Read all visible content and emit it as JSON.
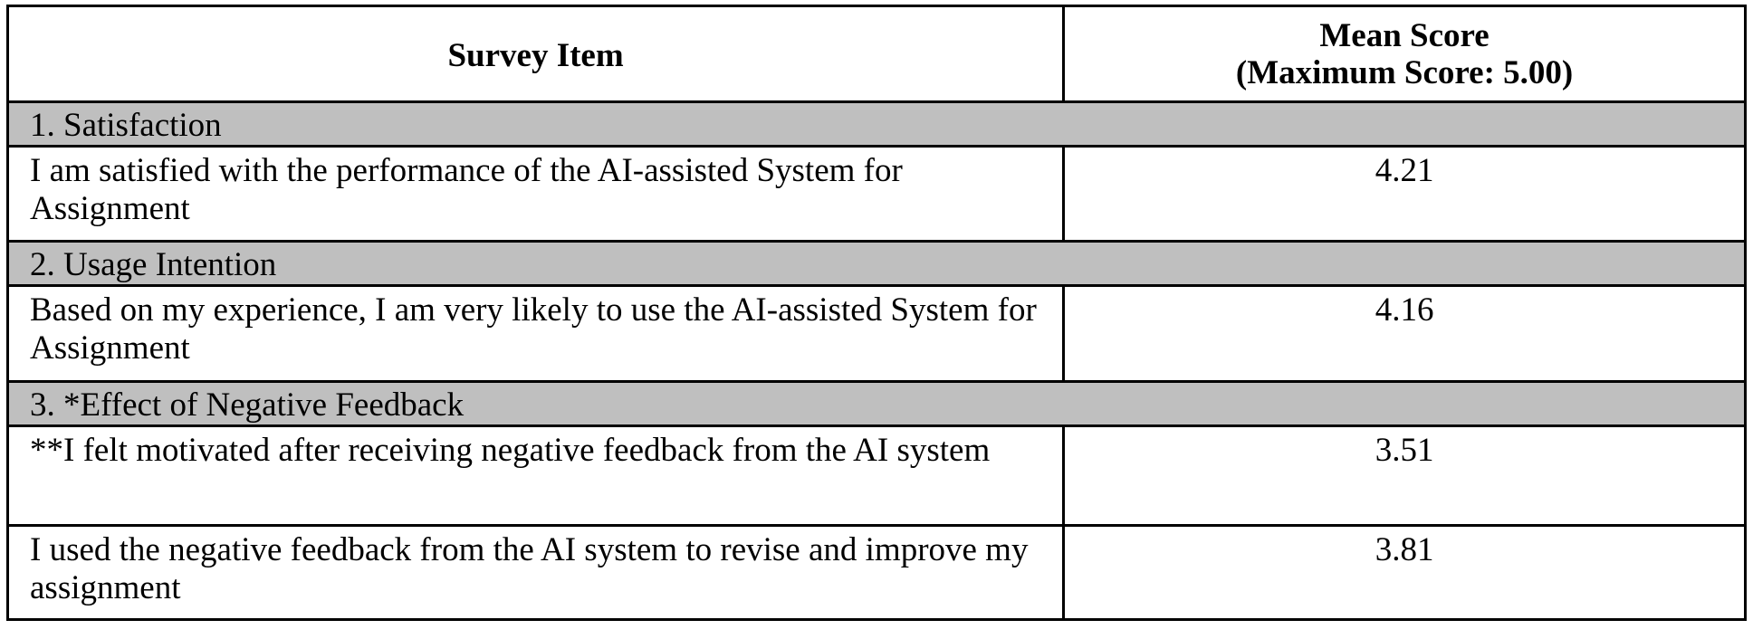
{
  "table": {
    "header": {
      "item_label": "Survey Item",
      "score_label_line1": "Mean Score",
      "score_label_line2": "(Maximum Score: 5.00)"
    },
    "colors": {
      "category_background": "#bfbfbf",
      "border": "#000000",
      "text": "#000000"
    },
    "sections": [
      {
        "category": "1. Satisfaction",
        "items": [
          {
            "text": "I am satisfied with the performance of the AI-assisted System for Assignment",
            "score": "4.21"
          }
        ]
      },
      {
        "category": "2. Usage Intention",
        "items": [
          {
            "text": "Based on my experience, I am very likely to use the AI-assisted System for Assignment",
            "score": "4.16"
          }
        ]
      },
      {
        "category": "3. *Effect of Negative Feedback",
        "items": [
          {
            "text": "**I felt motivated after receiving negative feedback from the AI system",
            "score": "3.51"
          },
          {
            "text": "I used the negative feedback from the AI system to revise and improve my assignment",
            "score": "3.81"
          }
        ]
      }
    ]
  }
}
